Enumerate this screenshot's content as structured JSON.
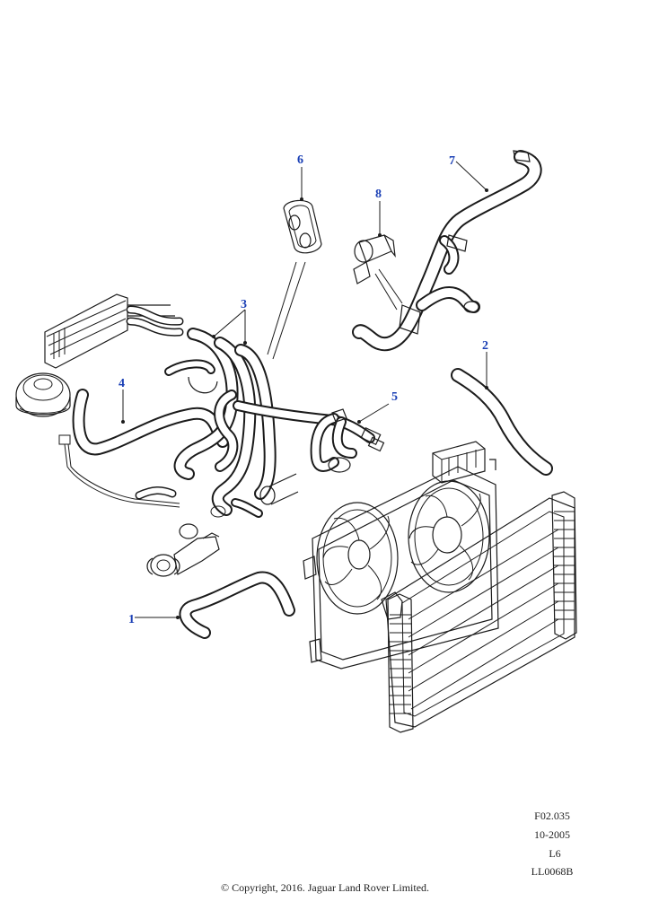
{
  "callouts": [
    {
      "id": "1",
      "label": "1"
    },
    {
      "id": "2",
      "label": "2"
    },
    {
      "id": "3",
      "label": "3"
    },
    {
      "id": "4",
      "label": "4"
    },
    {
      "id": "5",
      "label": "5"
    },
    {
      "id": "6",
      "label": "6"
    },
    {
      "id": "7",
      "label": "7"
    },
    {
      "id": "8",
      "label": "8"
    }
  ],
  "reference": {
    "code": "F02.035",
    "date": "10-2005",
    "engine": "L6",
    "drawing": "LL0068B"
  },
  "copyright": "© Copyright, 2016. Jaguar Land Rover Limited.",
  "colors": {
    "callout": "#1a3fb5",
    "line": "#1b1b1b",
    "background": "#ffffff"
  }
}
